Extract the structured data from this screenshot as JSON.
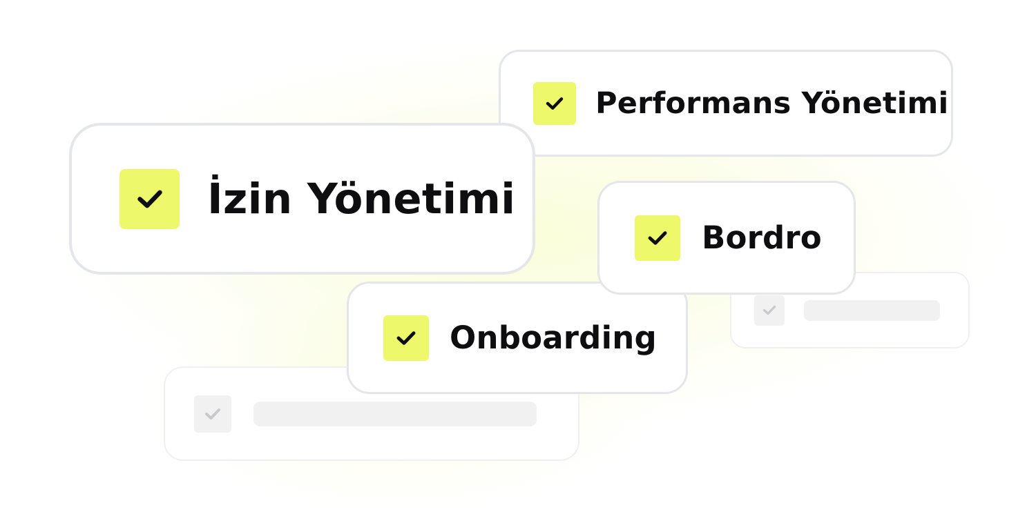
{
  "colors": {
    "accent": "#edf86b",
    "check_mark": "#0e0e10",
    "card_border": "#e4e6ea",
    "text": "#0e0e10",
    "faded_fill": "#f1f1f1",
    "faded_check": "#c9c9cb",
    "background": "#ffffff"
  },
  "features": [
    {
      "id": "performans",
      "label": "Performans Yönetimi",
      "checked": true,
      "icon": "check-icon"
    },
    {
      "id": "izin",
      "label": "İzin Yönetimi",
      "checked": true,
      "icon": "check-icon"
    },
    {
      "id": "bordro",
      "label": "Bordro",
      "checked": true,
      "icon": "check-icon"
    },
    {
      "id": "onboarding",
      "label": "Onboarding",
      "checked": true,
      "icon": "check-icon"
    }
  ],
  "placeholders": [
    {
      "id": "faded-right",
      "checked": true,
      "icon": "check-icon"
    },
    {
      "id": "faded-left",
      "checked": true,
      "icon": "check-icon"
    }
  ]
}
